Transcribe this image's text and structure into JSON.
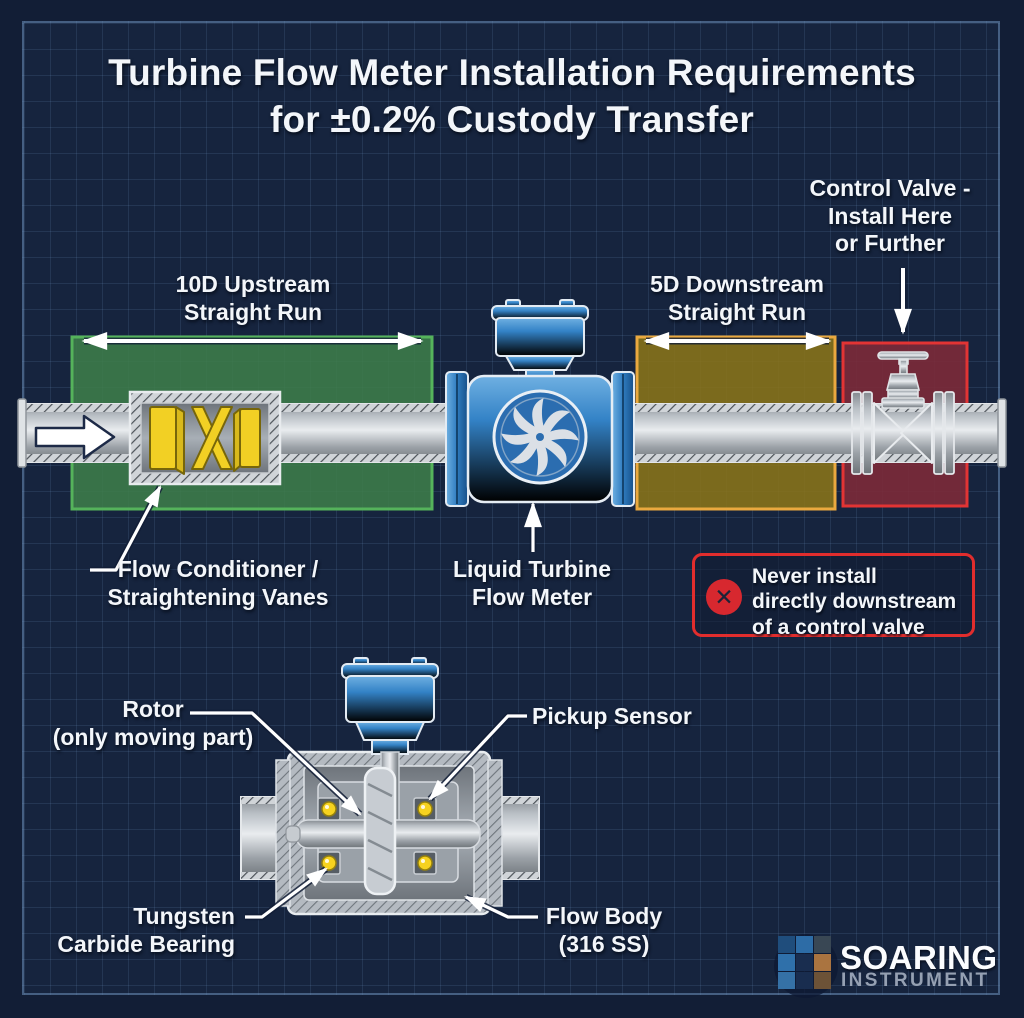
{
  "title": [
    "Turbine Flow Meter Installation Requirements",
    "for ±0.2% Custody Transfer"
  ],
  "pipeline": {
    "upstream_run": [
      "10D Upstream",
      "Straight Run"
    ],
    "downstream_run": [
      "5D Downstream",
      "Straight Run"
    ],
    "control_valve": [
      "Control Valve -",
      "Install Here",
      "or Further"
    ],
    "flow_conditioner": [
      "Flow Conditioner /",
      "Straightening Vanes"
    ],
    "flow_meter": [
      "Liquid Turbine",
      "Flow Meter"
    ],
    "warning": [
      "Never install",
      "directly downstream",
      "of a control valve"
    ]
  },
  "cutaway": {
    "rotor": [
      "Rotor",
      "(only moving part)"
    ],
    "pickup_sensor": "Pickup Sensor",
    "bearing": [
      "Tungsten",
      "Carbide Bearing"
    ],
    "flow_body": [
      "Flow Body",
      "(316 SS)"
    ]
  },
  "logo": {
    "brand": "SOARING",
    "sub": "INSTRUMENT"
  },
  "icons": {
    "flow_direction": "flow-arrow-icon",
    "turbine": "turbine-rotor-icon",
    "prohibition": "prohibition-x-icon",
    "prohibition_glyph": "✕"
  },
  "colors": {
    "background": "#16243e",
    "grid": "#2c4368",
    "upstream_zone_fill": "#3d7d4a",
    "upstream_zone_border": "#55b35b",
    "downstream_zone_fill": "#8a7419",
    "downstream_zone_border": "#eaa93f",
    "valve_zone_fill": "#7c2a38",
    "valve_zone_border": "#e23434",
    "meter_blue": "#3382c6",
    "vane_yellow": "#f2d024",
    "warning_red": "#e12d2d",
    "pipe_gray": "#b9bfc5"
  }
}
